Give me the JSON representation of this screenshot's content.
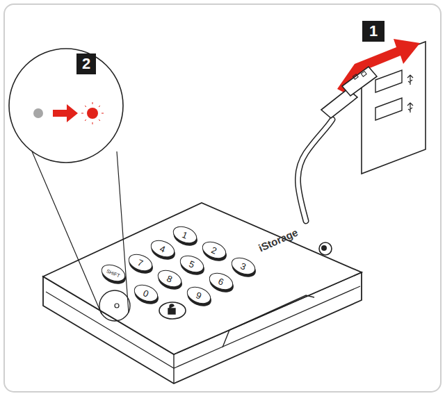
{
  "diagram": {
    "nodes": [
      {
        "text": [
          "1"
        ]
      },
      {
        "text": [
          "2"
        ]
      },
      {
        "text": [
          "1"
        ]
      },
      {
        "text": [
          "2"
        ]
      },
      {
        "text": [
          "3"
        ]
      },
      {
        "text": [
          "4"
        ]
      },
      {
        "text": [
          "5"
        ]
      },
      {
        "text": [
          "6"
        ]
      },
      {
        "text": [
          "SHIFT"
        ]
      },
      {
        "text": [
          "7"
        ]
      },
      {
        "text": [
          "8"
        ]
      },
      {
        "text": [
          "9"
        ]
      },
      {
        "text": [
          "0"
        ]
      }
    ],
    "labels": [
      "iStorage"
    ]
  }
}
